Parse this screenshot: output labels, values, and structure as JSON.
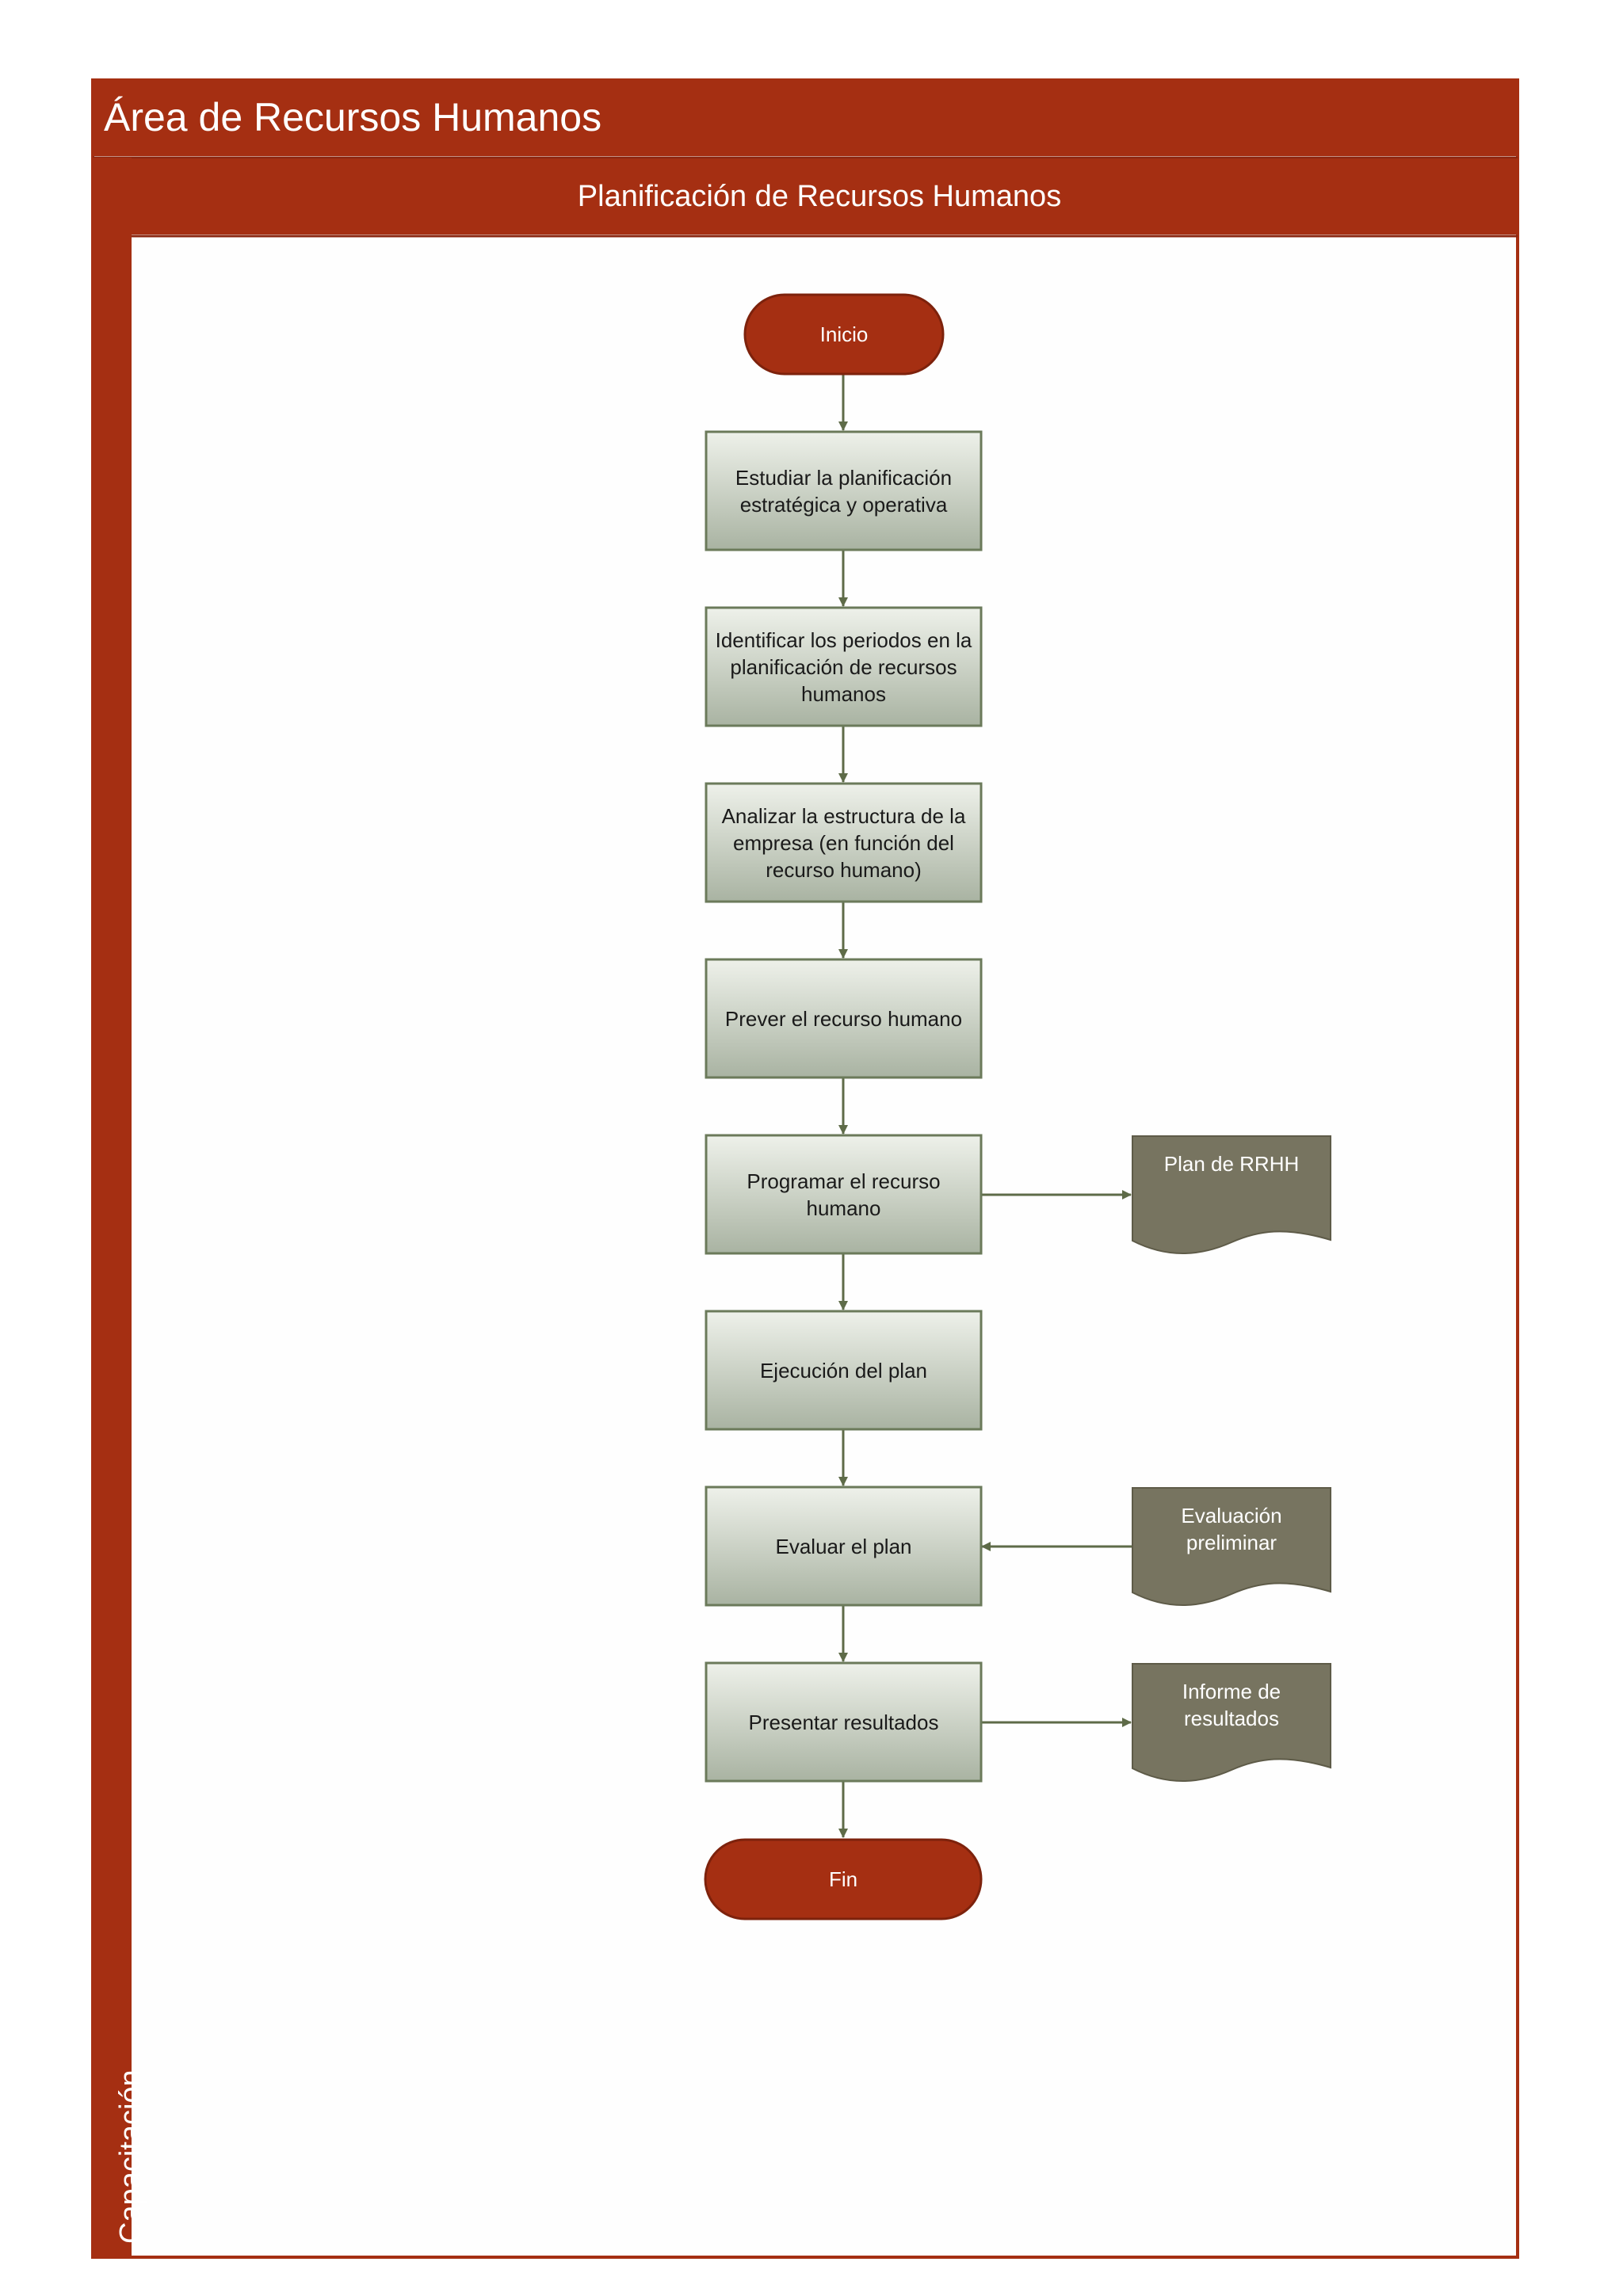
{
  "pool": {
    "title": "Área de Recursos Humanos",
    "side_label": "Capacitación"
  },
  "lane": {
    "title": "Planificación de Recursos Humanos"
  },
  "nodes": {
    "start": "Inicio",
    "step1": "Estudiar la planificación estratégica y operativa",
    "step2": "Identificar los periodos en la planificación de recursos humanos",
    "step3": "Analizar la estructura de la empresa (en función del recurso humano)",
    "step4": "Prever el recurso humano",
    "step5": "Programar el recurso humano",
    "step6": "Ejecución del plan",
    "step7": "Evaluar el plan",
    "step8": "Presentar resultados",
    "end": "Fin"
  },
  "documents": {
    "doc1": "Plan de RRHH",
    "doc2": "Evaluación preliminar",
    "doc3": "Informe de resultados"
  },
  "colors": {
    "accent": "#A52F12",
    "process_top": "#EEF1EA",
    "process_bottom": "#A9B3A2",
    "process_border": "#6B7A5A",
    "document": "#777460",
    "connector": "#5E6B48"
  }
}
